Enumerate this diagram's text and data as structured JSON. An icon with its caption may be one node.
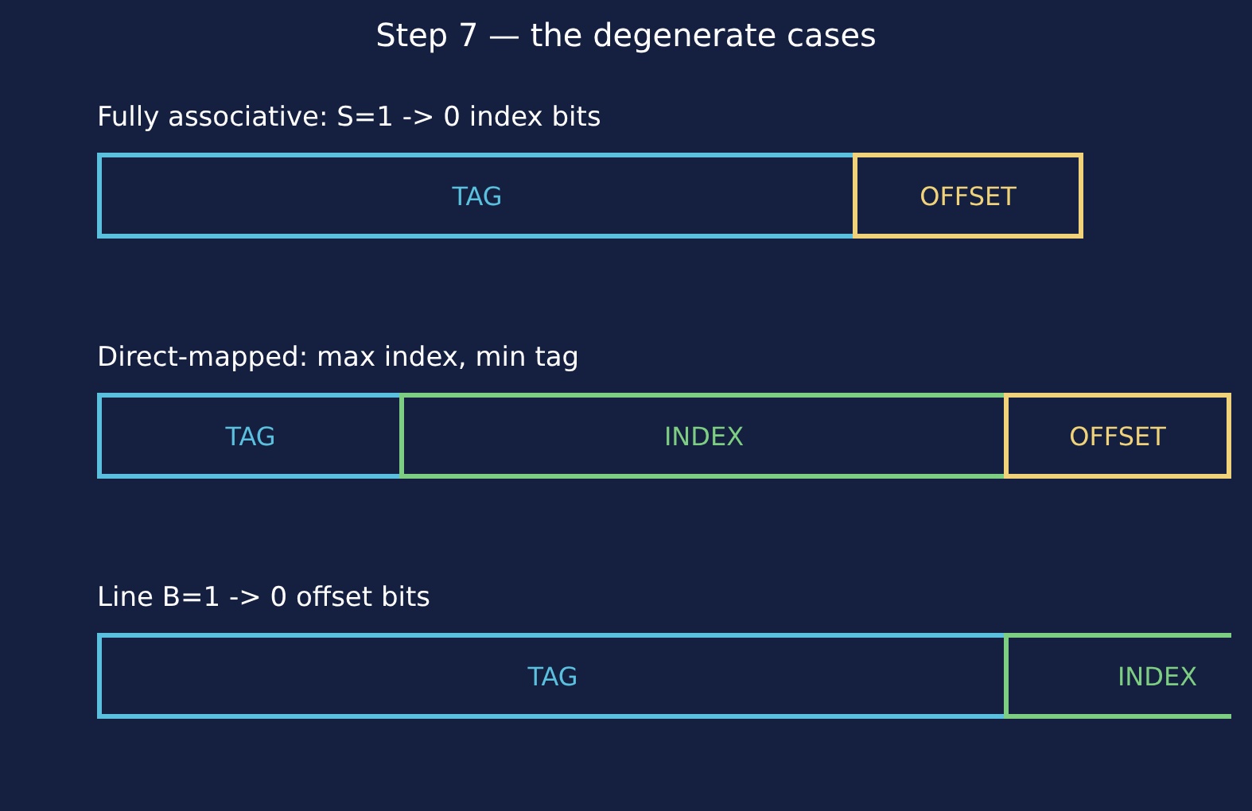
{
  "diagram": {
    "title": "Step 7 — the degenerate cases",
    "nodes": [
      {
        "text": [
          "TAG"
        ]
      },
      {
        "text": [
          "OFFSET"
        ]
      },
      {
        "text": [
          "TAG"
        ]
      },
      {
        "text": [
          "INDEX"
        ]
      },
      {
        "text": [
          "OFFSET"
        ]
      },
      {
        "text": [
          "TAG"
        ]
      },
      {
        "text": [
          "INDEX"
        ]
      }
    ],
    "labels": [
      "Fully associative: S=1 -> 0 index bits",
      "Direct-mapped: max index, min tag",
      "Line B=1 -> 0 offset bits"
    ]
  }
}
